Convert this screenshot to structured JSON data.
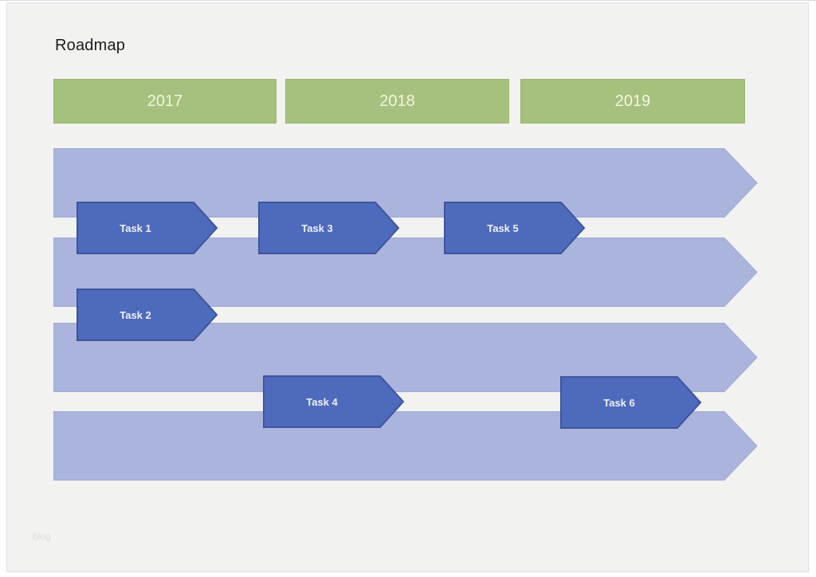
{
  "title": "Roadmap",
  "watermark": "blog",
  "years": [
    {
      "label": "2017"
    },
    {
      "label": "2018"
    },
    {
      "label": "2019"
    }
  ],
  "lanes": [
    {
      "name": "lane-1"
    },
    {
      "name": "lane-2"
    },
    {
      "name": "lane-3"
    },
    {
      "name": "lane-4"
    }
  ],
  "tasks": [
    {
      "label": "Task 1",
      "row": 1
    },
    {
      "label": "Task 3",
      "row": 1
    },
    {
      "label": "Task 5",
      "row": 1
    },
    {
      "label": "Task 2",
      "row": 2
    },
    {
      "label": "Task 4",
      "row": 3
    },
    {
      "label": "Task 6",
      "row": 3
    }
  ],
  "colors": {
    "slide_bg": "#f2f2f1",
    "slide_border": "#e2e2e2",
    "title_text": "#1c1c1c",
    "year_fill": "#a6c17d",
    "year_border": "#9cb671",
    "year_text": "#f3f4e6",
    "lane_fill": "#aab4dc",
    "lane_border": "#9fabd6",
    "task_fill": "#4e6abc",
    "task_border": "#3e549c",
    "task_text": "#eef1fa",
    "watermark_text": "#dcdcdc"
  }
}
